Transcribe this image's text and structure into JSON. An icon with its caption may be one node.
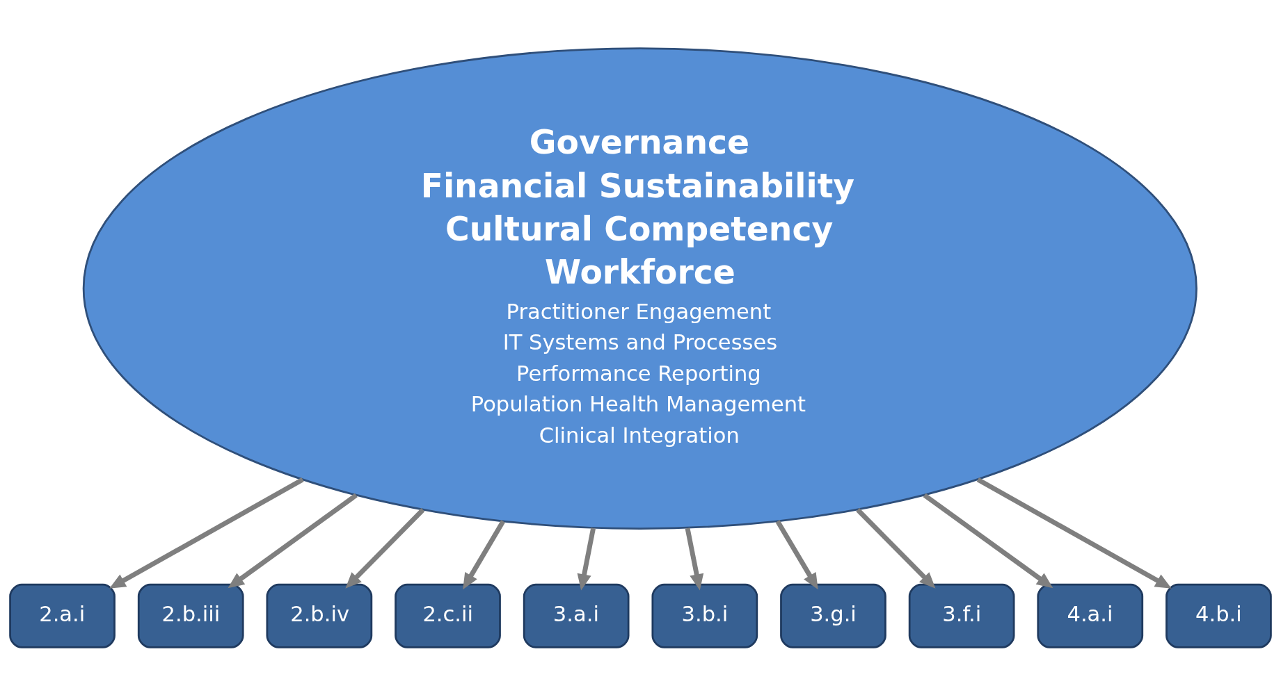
{
  "diagram": {
    "nodes": [
      {
        "text": [
          "Governance",
          "Financial Sustainability",
          "Cultural Competency",
          "Workforce",
          "Practitioner Engagement",
          "IT Systems and Processes",
          "Performance Reporting",
          "Population Health Management",
          "Clinical Integration"
        ]
      },
      {
        "text": [
          "2.a.i"
        ]
      },
      {
        "text": [
          "2.b.iii"
        ]
      },
      {
        "text": [
          "2.b.iv"
        ]
      },
      {
        "text": [
          "2.c.ii"
        ]
      },
      {
        "text": [
          "3.a.i"
        ]
      },
      {
        "text": [
          "3.b.i"
        ]
      },
      {
        "text": [
          "3.g.i"
        ]
      },
      {
        "text": [
          "3.f.i"
        ]
      },
      {
        "text": [
          "4.a.i"
        ]
      },
      {
        "text": [
          "4.b.i"
        ]
      }
    ],
    "edges": [
      {
        "from": 0,
        "to": 1,
        "arrow": "to"
      },
      {
        "from": 0,
        "to": 2,
        "arrow": "to"
      },
      {
        "from": 0,
        "to": 3,
        "arrow": "to"
      },
      {
        "from": 0,
        "to": 4,
        "arrow": "to"
      },
      {
        "from": 0,
        "to": 5,
        "arrow": "to"
      },
      {
        "from": 0,
        "to": 6,
        "arrow": "to"
      },
      {
        "from": 0,
        "to": 7,
        "arrow": "to"
      },
      {
        "from": 0,
        "to": 8,
        "arrow": "to"
      },
      {
        "from": 0,
        "to": 9,
        "arrow": "to"
      },
      {
        "from": 0,
        "to": 10,
        "arrow": "to"
      }
    ]
  }
}
